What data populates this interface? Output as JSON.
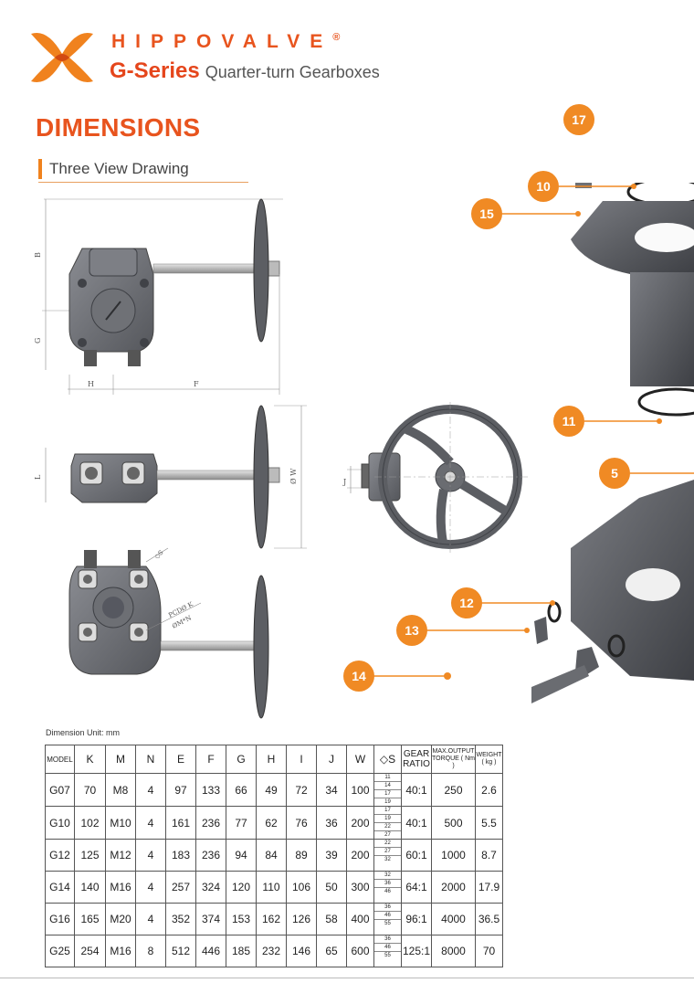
{
  "header": {
    "brand": "HIPPOVALVE",
    "registered": "®",
    "series": "G-Series",
    "series_desc": "Quarter-turn Gearboxes"
  },
  "page_title": "DIMENSIONS",
  "section_title": "Three View Drawing",
  "drawing_labels": {
    "b": "B",
    "g": "G",
    "h": "H",
    "f": "F",
    "l": "L",
    "w": "Ø W",
    "j": "J",
    "s": "◇S",
    "k": "PCDØ K",
    "mn": "ØM*N"
  },
  "callouts": [
    "17",
    "10",
    "15",
    "11",
    "5",
    "12",
    "13",
    "14"
  ],
  "unit_note": "Dimension Unit: mm",
  "table": {
    "headers": [
      "MODEL",
      "K",
      "M",
      "N",
      "E",
      "F",
      "G",
      "H",
      "I",
      "J",
      "W",
      "◇S",
      "GEAR RATIO",
      "MAX.OUTPUT TORQUE ( Nm )",
      "WEIGHT ( kg )"
    ],
    "rows": [
      {
        "model": "G07",
        "k": "70",
        "m": "M8",
        "n": "4",
        "e": "97",
        "f": "133",
        "g": "66",
        "h": "49",
        "i": "72",
        "j": "34",
        "w": "100",
        "s": [
          "11",
          "14",
          "17",
          "19"
        ],
        "ratio": "40:1",
        "torque": "250",
        "weight": "2.6"
      },
      {
        "model": "G10",
        "k": "102",
        "m": "M10",
        "n": "4",
        "e": "161",
        "f": "236",
        "g": "77",
        "h": "62",
        "i": "76",
        "j": "36",
        "w": "200",
        "s": [
          "17",
          "19",
          "22",
          "27"
        ],
        "ratio": "40:1",
        "torque": "500",
        "weight": "5.5"
      },
      {
        "model": "G12",
        "k": "125",
        "m": "M12",
        "n": "4",
        "e": "183",
        "f": "236",
        "g": "94",
        "h": "84",
        "i": "89",
        "j": "39",
        "w": "200",
        "s": [
          "22",
          "27",
          "32"
        ],
        "ratio": "60:1",
        "torque": "1000",
        "weight": "8.7"
      },
      {
        "model": "G14",
        "k": "140",
        "m": "M16",
        "n": "4",
        "e": "257",
        "f": "324",
        "g": "120",
        "h": "110",
        "i": "106",
        "j": "50",
        "w": "300",
        "s": [
          "32",
          "36",
          "46"
        ],
        "ratio": "64:1",
        "torque": "2000",
        "weight": "17.9"
      },
      {
        "model": "G16",
        "k": "165",
        "m": "M20",
        "n": "4",
        "e": "352",
        "f": "374",
        "g": "153",
        "h": "162",
        "i": "126",
        "j": "58",
        "w": "400",
        "s": [
          "36",
          "46",
          "55"
        ],
        "ratio": "96:1",
        "torque": "4000",
        "weight": "36.5"
      },
      {
        "model": "G25",
        "k": "254",
        "m": "M16",
        "n": "8",
        "e": "512",
        "f": "446",
        "g": "185",
        "h": "232",
        "i": "146",
        "j": "65",
        "w": "600",
        "s": [
          "36",
          "46",
          "55"
        ],
        "ratio": "125:1",
        "torque": "8000",
        "weight": "70"
      }
    ]
  },
  "colors": {
    "brand_orange": "#e8541e",
    "callout_orange": "#f08a24",
    "cast_iron": "#6b6d72"
  }
}
